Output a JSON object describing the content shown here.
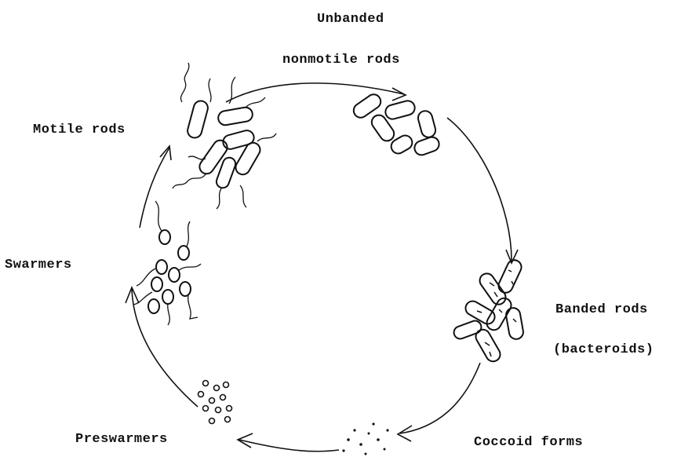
{
  "labels": {
    "unbanded_line1": "Unbanded",
    "unbanded_line2": "nonmotile rods",
    "motile_rods": "Motile rods",
    "swarmers": "Swarmers",
    "banded_rods": "Banded rods",
    "bacteroids": "(bacteroids)",
    "coccoid_forms": "Coccoid forms",
    "preswarmers": "Preswarmers"
  }
}
